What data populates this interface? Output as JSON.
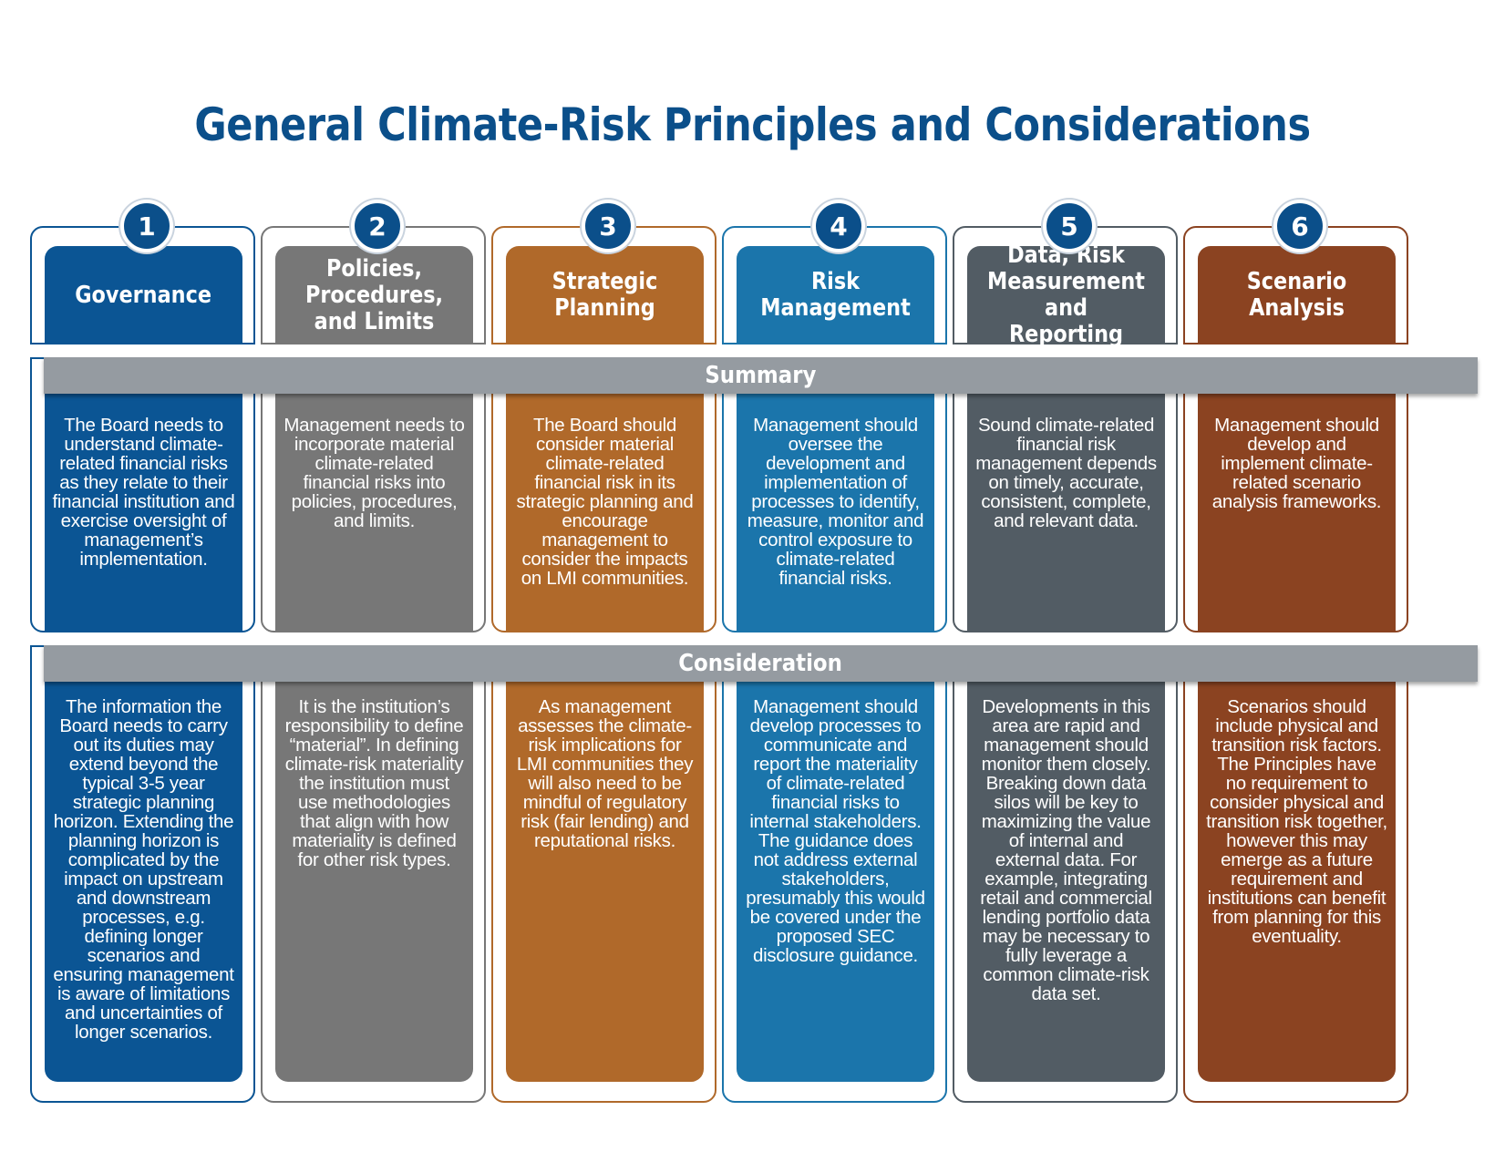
{
  "title": "General Climate-Risk Principles and Considerations",
  "section_labels": {
    "summary": "Summary",
    "consideration": "Consideration"
  },
  "columns": [
    {
      "number": "1",
      "heading": "Governance",
      "color": "#0b5594",
      "summary": "The Board needs to understand climate-related financial risks as they relate to their financial institution and exercise oversight of management’s implementation.",
      "consideration": "The information the Board needs to carry out its duties may extend beyond the typical 3-5 year strategic planning horizon. Extending the planning horizon is complicated by the impact on upstream and downstream processes, e.g. defining longer scenarios and ensuring management is aware of limitations and uncertainties of longer scenarios."
    },
    {
      "number": "2",
      "heading": "Policies, Procedures, and Limits",
      "color": "#777777",
      "summary": "Management needs to incorporate material climate-related financial risks into policies, procedures, and limits.",
      "consideration": "It is the institution’s responsibility to define “material”. In defining climate-risk materiality the institution must use methodologies that align with how materiality is defined for other risk types."
    },
    {
      "number": "3",
      "heading": "Strategic Planning",
      "color": "#b0692a",
      "summary": "The Board should consider material climate-related financial risk in its strategic planning and encourage management to consider the impacts on LMI communities.",
      "consideration": "As management assesses the climate-risk implications for LMI communities they will also need to be mindful of regulatory risk (fair lending) and reputational risks."
    },
    {
      "number": "4",
      "heading": "Risk Management",
      "color": "#1b75ab",
      "summary": "Management should oversee the development and implementation of processes to identify, measure, monitor and control exposure to climate-related financial risks.",
      "consideration": "Management should develop processes to communicate and report the materiality of climate-related financial risks to internal stakeholders. The guidance does not address external stakeholders, presumably this would be covered under the proposed SEC disclosure guidance."
    },
    {
      "number": "5",
      "heading": "Data, Risk Measurement and Reporting",
      "color": "#525c64",
      "summary": "Sound climate-related financial risk management depends on timely, accurate, consistent, complete, and relevant data.",
      "consideration": "Developments in this area are rapid and management should monitor them closely. Breaking down data silos will be key to maximizing the value of internal and external data. For example, integrating retail and commercial lending portfolio data may be necessary to fully leverage a common climate-risk data set."
    },
    {
      "number": "6",
      "heading": "Scenario Analysis",
      "color": "#8b4321",
      "summary": "Management should develop and implement climate-related scenario analysis frameworks.",
      "consideration": "Scenarios should include physical and transition risk factors. The Principles have no requirement to consider physical and transition risk together, however this may emerge as a future requirement and institutions can benefit from planning for this eventuality."
    }
  ]
}
